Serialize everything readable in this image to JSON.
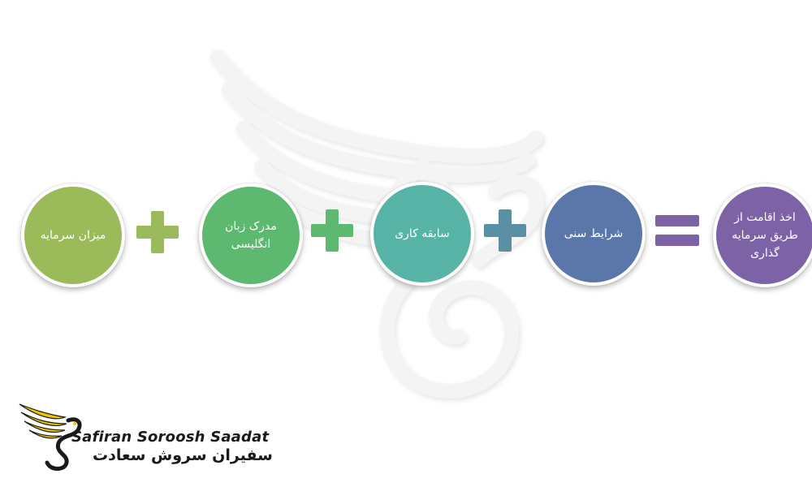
{
  "diagram": {
    "nodes": [
      {
        "label": "میزان سرمایه",
        "color": "#9bba5a"
      },
      {
        "label": "مدرک زبان\nانگلیسی",
        "color": "#5db870"
      },
      {
        "label": "سابقه کاری",
        "color": "#4bafa0"
      },
      {
        "label": "شرایط سنی",
        "color": "#5b77a9"
      },
      {
        "label": "اخذ اقامت از\nطریق سرمایه\nگذاری",
        "color": "#7d62a6"
      }
    ],
    "operators": [
      {
        "symbol": "+",
        "color": "#9bba5a"
      },
      {
        "symbol": "+",
        "color": "#5db870"
      },
      {
        "symbol": "+",
        "color": "#5a8fa6"
      },
      {
        "symbol": "=",
        "color": "#7d62a6"
      }
    ]
  },
  "logo": {
    "name_en": "Safiran Soroosh Saadat",
    "name_fa": "سفیران سروش سعادت",
    "accent_color": "#f2c200"
  },
  "watermark": {
    "icon": "bird-emblem-icon"
  }
}
